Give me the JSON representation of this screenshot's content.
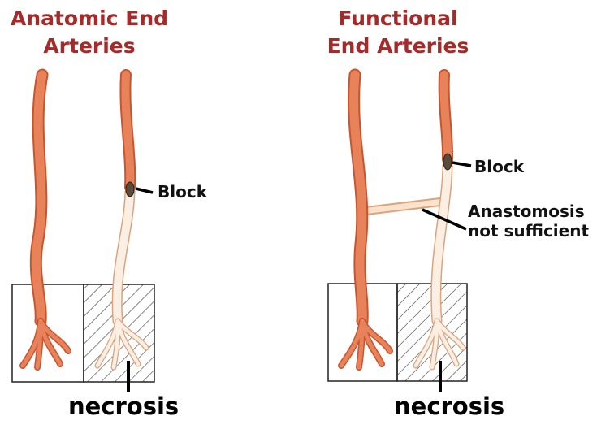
{
  "left": {
    "title": "Anatomic End\nArteries",
    "block_label": "Block",
    "necrosis_label": "necrosis"
  },
  "right": {
    "title": "Functional\nEnd Arteries",
    "block_label": "Block",
    "anastomosis_label": "Anastomosis\nnot sufficient",
    "necrosis_label": "necrosis"
  },
  "colors": {
    "title": "#a52a2a",
    "artery": "#e8825a",
    "artery_outline": "#c9552f",
    "blocked_artery": "#fbeee2",
    "blocked_outline": "#d9a47e",
    "block_plug": "#5a4a3a",
    "hatch": "#333333"
  }
}
